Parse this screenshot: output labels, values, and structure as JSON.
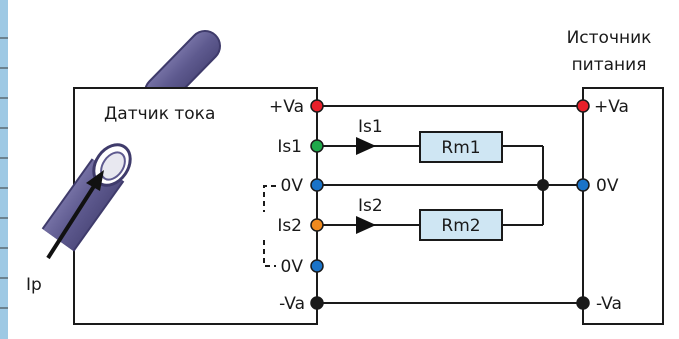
{
  "sensor": {
    "title": "Датчик тока",
    "ip_label": "Ip",
    "pins": {
      "plus_va": "+Va",
      "is1": "Is1",
      "zero_v_top": "0V",
      "is2": "Is2",
      "zero_v_bottom": "0V",
      "minus_va": "-Va"
    },
    "pin_colors": {
      "plus_va": "#e8202a",
      "is1": "#1ea84a",
      "zero_v": "#1a73c8",
      "is2": "#f08a1e",
      "minus_va": "#1a1a1a"
    }
  },
  "current_labels": {
    "is1": "Is1",
    "is2": "Is2"
  },
  "resistors": {
    "rm1": "Rm1",
    "rm2": "Rm2"
  },
  "supply": {
    "title_line1": "Источник",
    "title_line2": "питания",
    "pins": {
      "plus_va": "+Va",
      "zero_v": "0V",
      "minus_va": "-Va"
    }
  },
  "colors": {
    "resistor_fill": "#cfe6f3",
    "conductor": "#5e5a8f",
    "left_strip": "#9ec9e4"
  }
}
